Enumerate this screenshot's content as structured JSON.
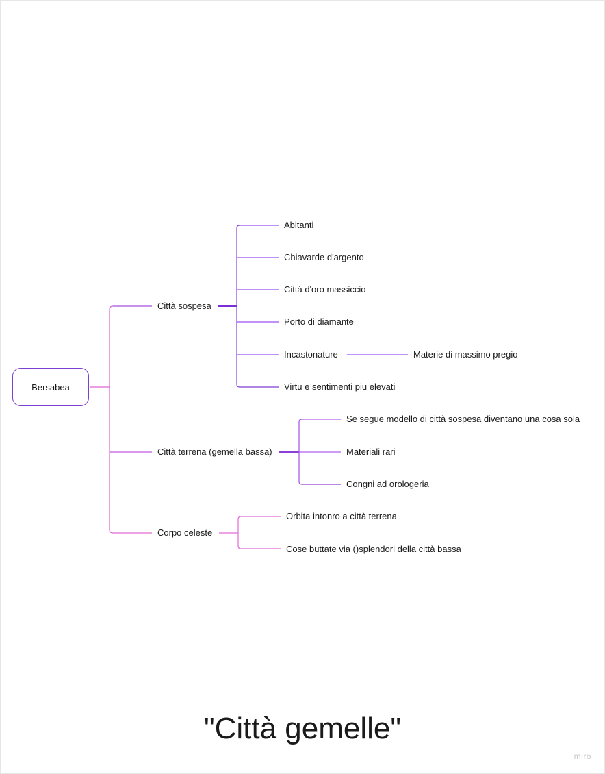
{
  "root": {
    "label": "Bersabea"
  },
  "branches": [
    {
      "label": "Città sospesa",
      "children": [
        {
          "label": "Abitanti"
        },
        {
          "label": "Chiavarde d'argento"
        },
        {
          "label": "Città d'oro massiccio"
        },
        {
          "label": "Porto di diamante"
        },
        {
          "label": "Incastonature",
          "child": "Materie di massimo pregio"
        },
        {
          "label": "Virtu e sentimenti piu elevati"
        }
      ]
    },
    {
      "label": "Città terrena (gemella bassa)",
      "children": [
        {
          "label": "Se segue modello di città sospesa diventano una cosa sola"
        },
        {
          "label": "Materiali rari"
        },
        {
          "label": "Congni ad orologeria"
        }
      ]
    },
    {
      "label": "Corpo celeste",
      "children": [
        {
          "label": "Orbita intonro a città terrena"
        },
        {
          "label": "Cose buttate via  ()splendori della città bassa"
        }
      ]
    }
  ],
  "title": "\"Città gemelle\"",
  "watermark": "miro",
  "colors": {
    "branch1": "#8a3fe0",
    "branch2": "#b04fe6",
    "branch3": "#e36ad6",
    "trunk": "#dc63d8"
  }
}
